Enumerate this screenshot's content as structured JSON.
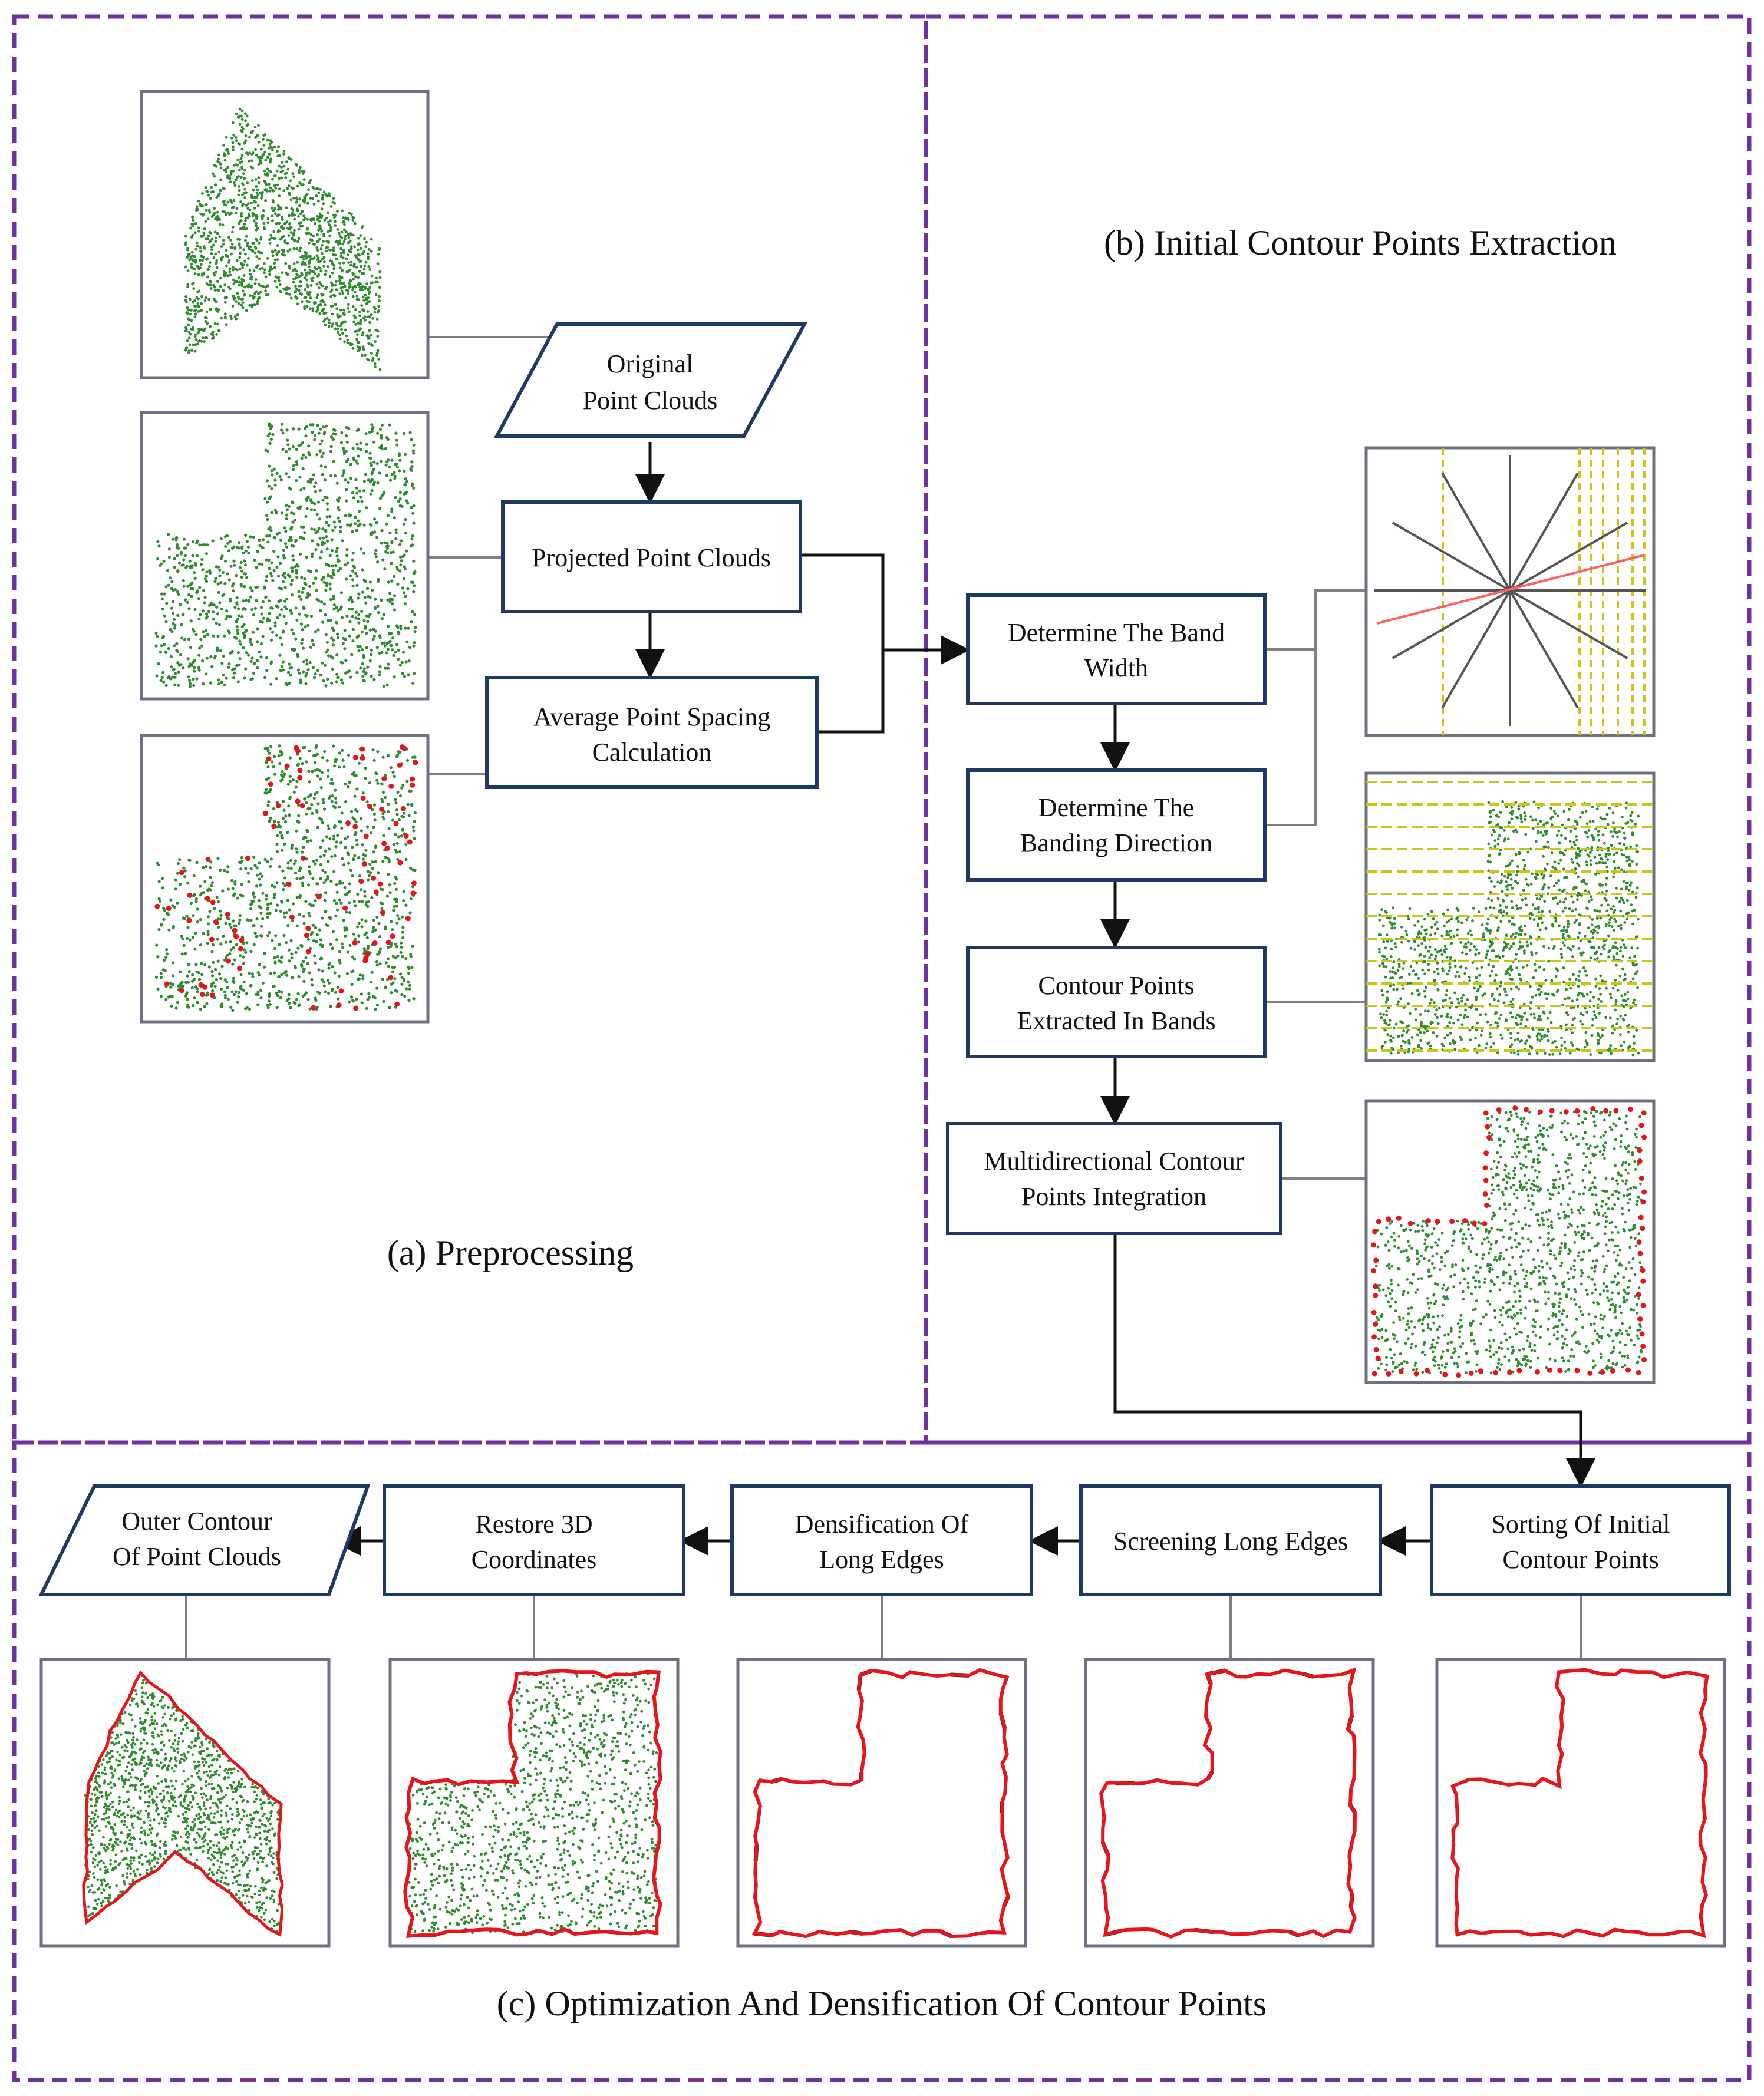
{
  "colors": {
    "section_border": "#7030a0",
    "node_border": "#1f3864",
    "thumbnail_border": "#6b7180",
    "green_point": "#2e8b2e",
    "red_point": "#e8141c",
    "band_line": "#c8c814",
    "direction_red": "#ff6060",
    "direction_gray": "#555555",
    "connector": "#808080",
    "arrow": "#111111"
  },
  "sections": {
    "a": {
      "title": "(a) Preprocessing"
    },
    "b": {
      "title": "(b) Initial Contour Points Extraction"
    },
    "c": {
      "title": "(c) Optimization And Densification Of Contour Points"
    }
  },
  "nodes": {
    "original": {
      "lines": [
        "Original",
        "Point Clouds"
      ],
      "shape": "parallelogram"
    },
    "projected": {
      "lines": [
        "Projected Point Clouds"
      ],
      "shape": "rect"
    },
    "spacing": {
      "lines": [
        "Average Point Spacing",
        "Calculation"
      ],
      "shape": "rect"
    },
    "bandwidth": {
      "lines": [
        "Determine The Band",
        "Width"
      ],
      "shape": "rect"
    },
    "banding": {
      "lines": [
        "Determine The",
        "Banding Direction"
      ],
      "shape": "rect"
    },
    "bands": {
      "lines": [
        "Contour Points",
        "Extracted In Bands"
      ],
      "shape": "rect"
    },
    "multi": {
      "lines": [
        "Multidirectional Contour",
        "Points Integration"
      ],
      "shape": "rect"
    },
    "sorting": {
      "lines": [
        "Sorting Of Initial",
        "Contour Points"
      ],
      "shape": "rect"
    },
    "screening": {
      "lines": [
        "Screening Long Edges"
      ],
      "shape": "rect"
    },
    "densification": {
      "lines": [
        "Densification Of",
        "Long Edges"
      ],
      "shape": "rect"
    },
    "restore": {
      "lines": [
        "Restore 3D",
        "Coordinates"
      ],
      "shape": "rect"
    },
    "outer": {
      "lines": [
        "Outer Contour",
        "Of Point Clouds"
      ],
      "shape": "parallelogram"
    }
  },
  "thumbnails": {
    "a1": {
      "depicts": "original chevron-shaped point cloud"
    },
    "a2": {
      "depicts": "projected L-shaped point cloud"
    },
    "a3": {
      "depicts": "point cloud with nearest-neighbour pairs marked red"
    },
    "b1": {
      "depicts": "candidate banding directions with bands"
    },
    "b2": {
      "depicts": "point cloud divided into horizontal bands"
    },
    "b3": {
      "depicts": "initial contour points in red"
    },
    "c1": {
      "depicts": "sorted contour polyline"
    },
    "c2": {
      "depicts": "contour with long edges highlighted"
    },
    "c3": {
      "depicts": "densified contour"
    },
    "c4": {
      "depicts": "contour over restored point cloud"
    },
    "c5": {
      "depicts": "outer contour of chevron point cloud"
    }
  }
}
